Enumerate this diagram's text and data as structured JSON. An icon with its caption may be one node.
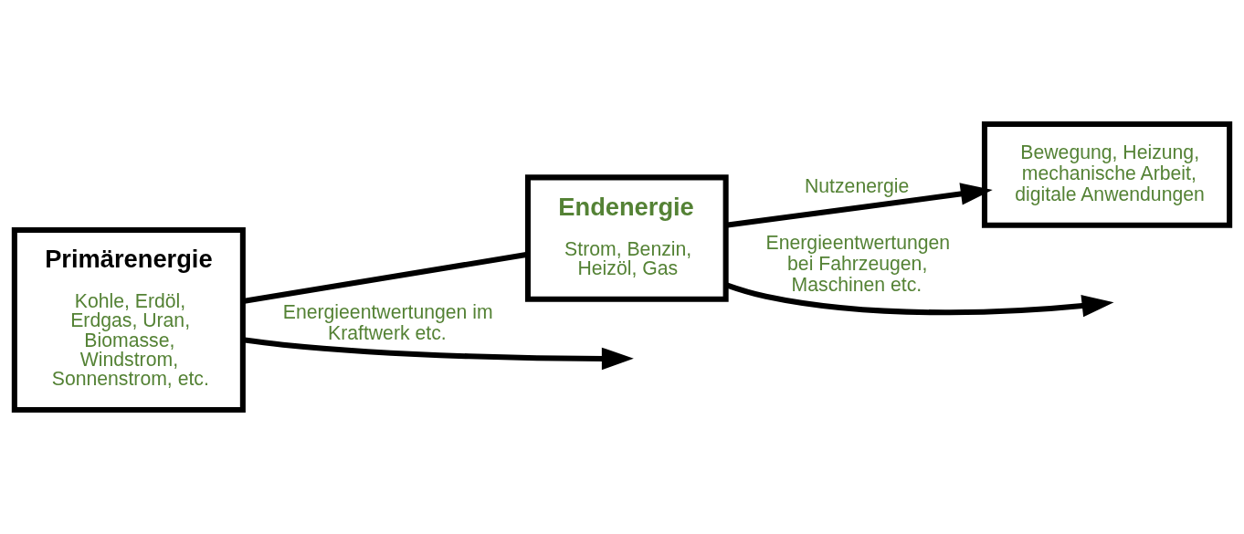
{
  "diagram": {
    "nodes": [
      {
        "text": [
          "Primärenergie",
          "Kohle, Erdöl, Erdgas, Uran, Biomasse, Windstrom, Sonnenstrom, etc."
        ]
      },
      {
        "text": [
          "Endenergie",
          "Strom, Benzin, Heizöl, Gas"
        ]
      },
      {
        "text": [
          "Bewegung, Heizung, mechanische Arbeit, digitale Anwendungen"
        ]
      }
    ],
    "edges": [
      {
        "from": 0,
        "to": 1,
        "arrow": "none"
      },
      {
        "from": 0,
        "to": null,
        "arrow": "to",
        "label": "Energieentwertungen im Kraftwerk etc."
      },
      {
        "from": 1,
        "to": null,
        "arrow": "to",
        "label": "Energieentwertungen bei Fahrzeugen, Maschinen etc."
      },
      {
        "from": 1,
        "to": 2,
        "arrow": "to",
        "label": "Nutzenergie"
      }
    ]
  }
}
